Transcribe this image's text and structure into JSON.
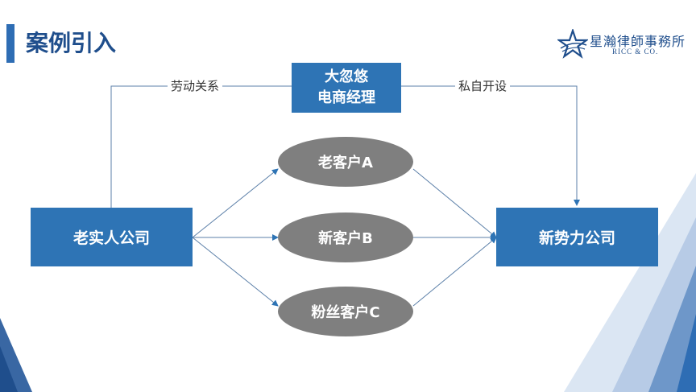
{
  "slide": {
    "title": "案例引入",
    "logo": {
      "name": "星瀚律師事務所",
      "subtitle": "RICC & CO."
    }
  },
  "nodes": {
    "manager": {
      "line1": "大忽悠",
      "line2": "电商经理"
    },
    "old_company": "老实人公司",
    "new_company": "新势力公司",
    "client_a": "老客户A",
    "client_b": "新客户B",
    "client_c": "粉丝客户C"
  },
  "edges": {
    "labor": "劳动关系",
    "private": "私自开设"
  },
  "colors": {
    "accent": "#2e74b5",
    "ellipse": "#7f7f7f",
    "title": "#1f4e8c"
  }
}
